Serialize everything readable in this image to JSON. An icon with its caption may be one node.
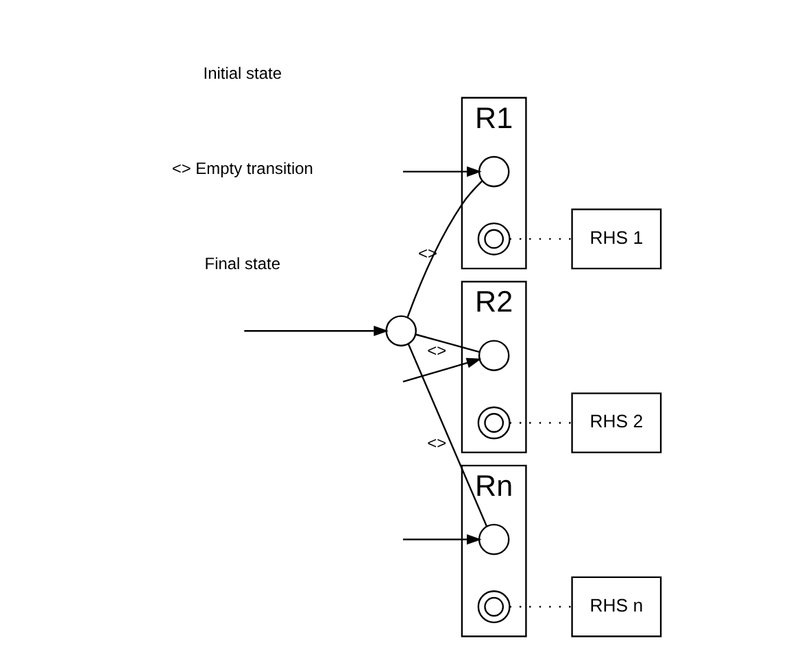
{
  "diagram": {
    "nodes": [
      {
        "text": [
          "R1"
        ]
      },
      {
        "text": [],
        "shape": "circle",
        "in": 0
      },
      {
        "text": [],
        "shape": "doublecircle",
        "in": 0
      },
      {
        "text": [
          "R2"
        ]
      },
      {
        "text": [],
        "shape": "circle",
        "in": 3
      },
      {
        "text": [],
        "shape": "doublecircle",
        "in": 3
      },
      {
        "text": [
          "Rn"
        ]
      },
      {
        "text": [],
        "shape": "circle",
        "in": 6
      },
      {
        "text": [],
        "shape": "doublecircle",
        "in": 6
      },
      {
        "text": [
          "RHS 1"
        ]
      },
      {
        "text": [
          "RHS 2"
        ]
      },
      {
        "text": [
          "RHS n"
        ]
      },
      {
        "text": [],
        "shape": "circle"
      }
    ],
    "edges": [
      {
        "from": null,
        "to": 12,
        "arrow": "to"
      },
      {
        "from": 12,
        "to": 1,
        "arrow": "none",
        "label": "<>"
      },
      {
        "from": 12,
        "to": 4,
        "arrow": "none",
        "label": "<>"
      },
      {
        "from": 12,
        "to": 7,
        "arrow": "none",
        "label": "<>"
      },
      {
        "from": null,
        "to": 1,
        "arrow": "to"
      },
      {
        "from": null,
        "to": 4,
        "arrow": "to"
      },
      {
        "from": null,
        "to": 7,
        "arrow": "to"
      },
      {
        "from": 2,
        "to": 9,
        "arrow": "none",
        "style": "dashed"
      },
      {
        "from": 5,
        "to": 10,
        "arrow": "none",
        "style": "dashed"
      },
      {
        "from": 8,
        "to": 11,
        "arrow": "none",
        "style": "dashed"
      }
    ],
    "legend": [
      {
        "text": "Initial state"
      },
      {
        "text": "<> Empty transition"
      },
      {
        "text": "Final state"
      }
    ]
  }
}
